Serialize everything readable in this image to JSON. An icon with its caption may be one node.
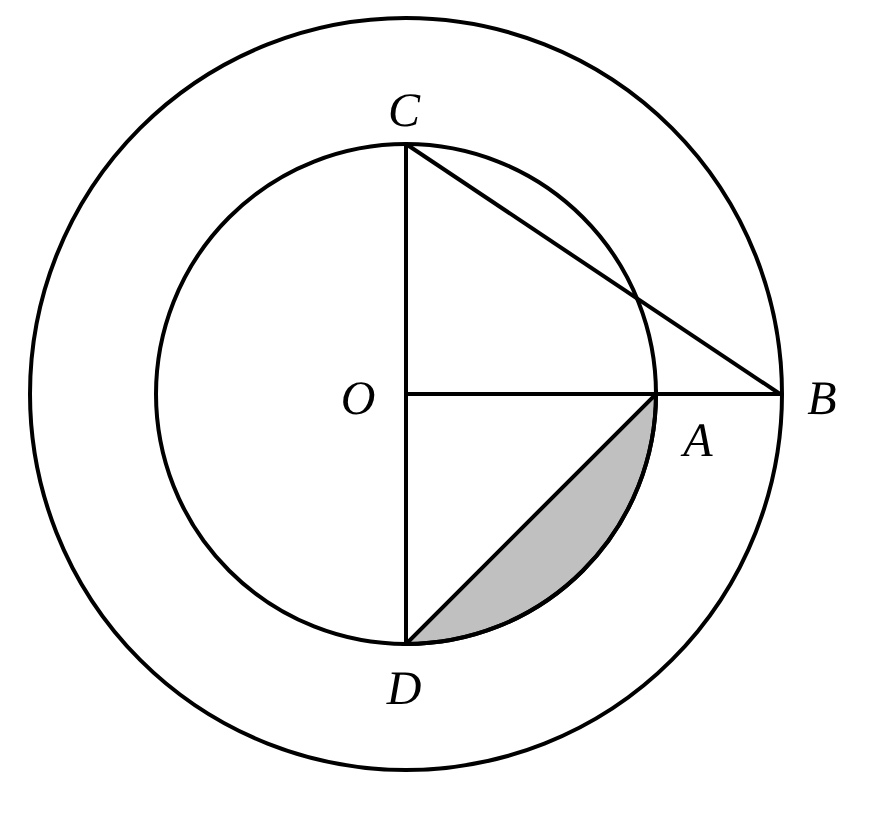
{
  "diagram": {
    "labels": [
      "C",
      "O",
      "A",
      "B",
      "D"
    ]
  }
}
